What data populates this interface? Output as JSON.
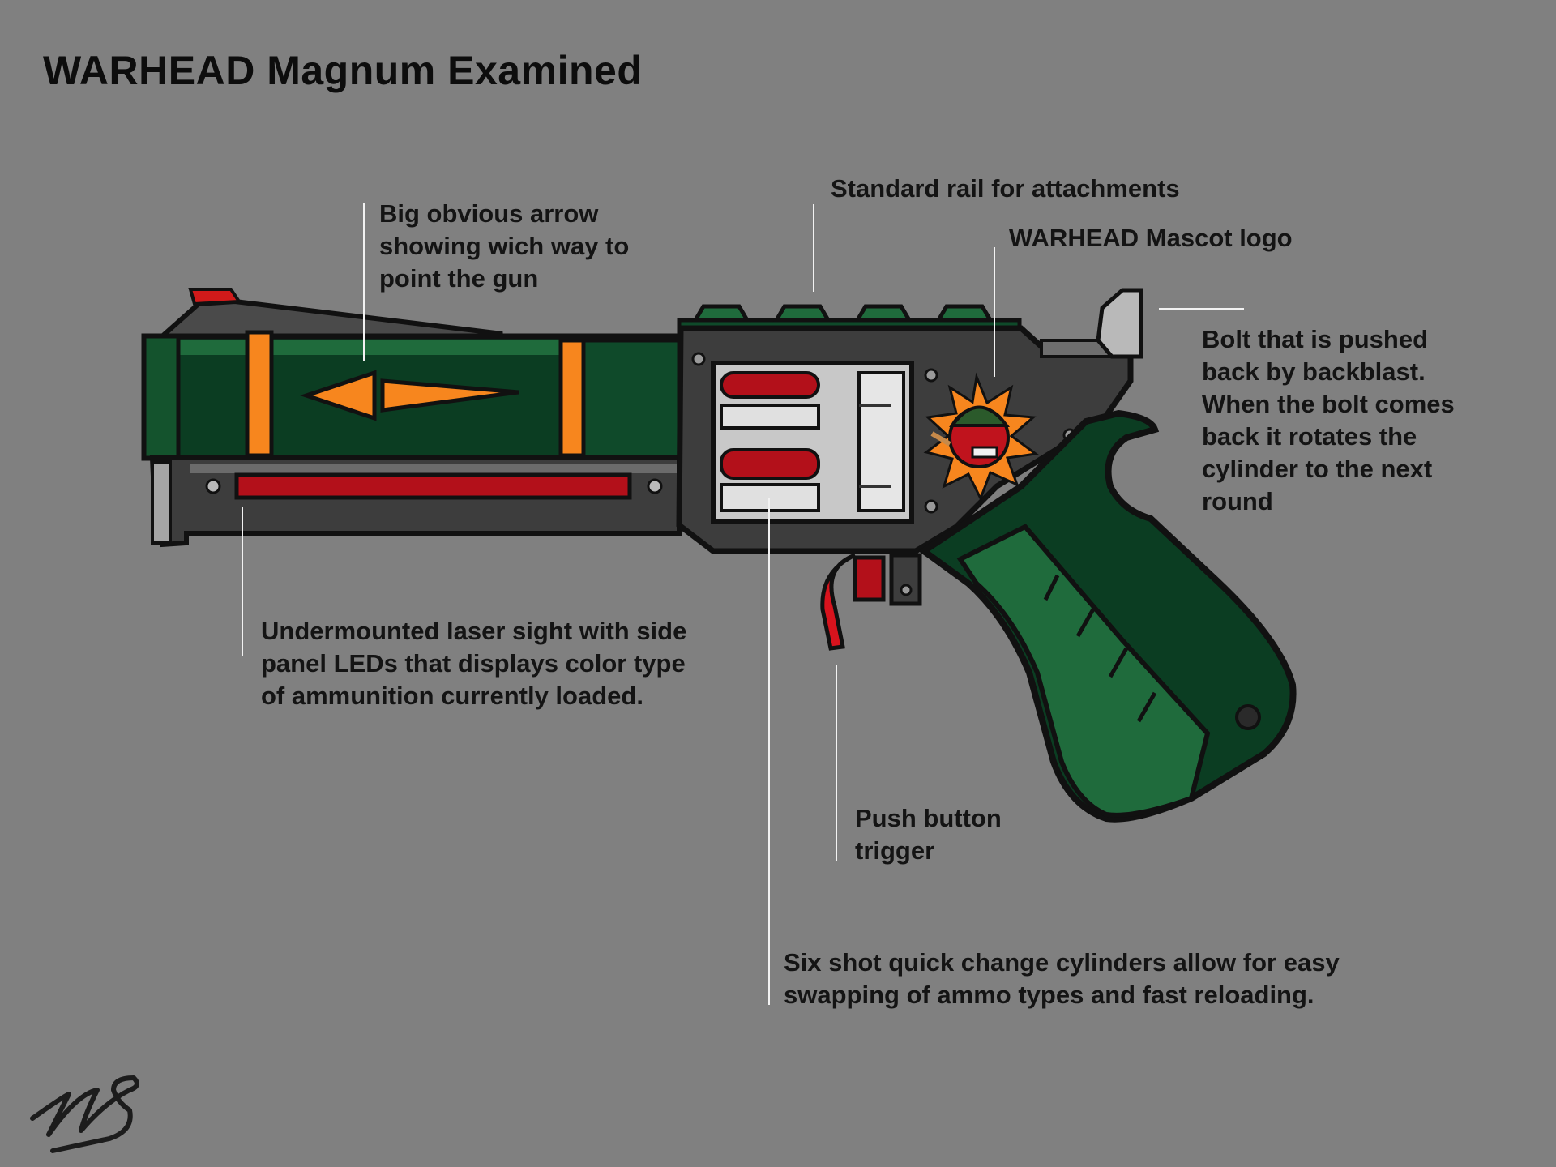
{
  "title": "WARHEAD Magnum Examined",
  "callouts": {
    "arrow": [
      "Big obvious arrow",
      "showing wich way to",
      "point the gun"
    ],
    "rail": [
      "Standard rail for attachments"
    ],
    "logo": [
      "WARHEAD Mascot logo"
    ],
    "bolt": [
      "Bolt that is pushed",
      "back by backblast.",
      "When the bolt comes",
      "back it rotates the",
      "cylinder to the next",
      "round"
    ],
    "laser": [
      "Undermounted laser sight with side",
      "panel LEDs that displays color type",
      "of ammunition currently loaded."
    ],
    "trigger": [
      "Push button",
      "trigger"
    ],
    "cylinders": [
      "Six shot quick change cylinders allow for easy",
      "swapping of ammo types and fast reloading."
    ]
  },
  "colors": {
    "background": "#808080",
    "body_green": "#0b3d22",
    "highlight_green": "#1f6b3c",
    "frame_gray": "#3d3d3d",
    "steel": "#b9b9b9",
    "accent_orange": "#f7861e",
    "accent_red": "#b3101a",
    "leader": "#f2f2f2"
  }
}
